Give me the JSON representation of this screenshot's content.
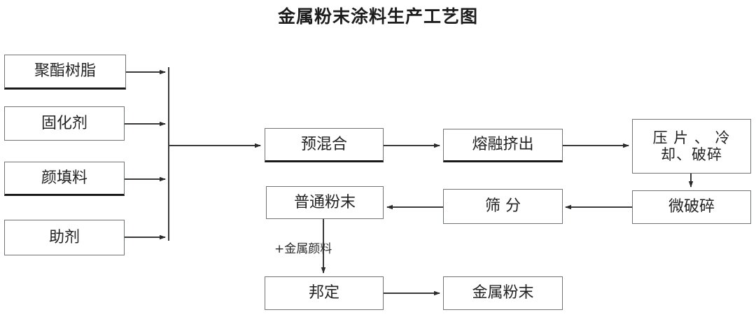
{
  "diagram": {
    "title": "金属粉末涂料生产工艺图",
    "colors": {
      "background": "#ffffff",
      "box_border": "#6f7479",
      "box_border_heavy": "#1a1a1a",
      "line": "#3a3a3a",
      "text": "#222222"
    },
    "nodes": [
      {
        "id": "polyester-resin",
        "label": "聚酯树脂"
      },
      {
        "id": "curing-agent",
        "label": "固化剂"
      },
      {
        "id": "pigment-filler",
        "label": "颜填料"
      },
      {
        "id": "additive",
        "label": "助剂"
      },
      {
        "id": "premix",
        "label": "预混合"
      },
      {
        "id": "melt-extrusion",
        "label": "熔融挤出"
      },
      {
        "id": "press-cool-crush",
        "label_line1": "压 片 、 冷",
        "label_line2": "却、破碎"
      },
      {
        "id": "fine-crushing",
        "label": "微破碎"
      },
      {
        "id": "sieving",
        "label": "筛 分"
      },
      {
        "id": "ordinary-powder",
        "label": "普通粉末"
      },
      {
        "id": "bonding",
        "label": "邦定"
      },
      {
        "id": "metallic-powder",
        "label": "金属粉末"
      }
    ],
    "edge_labels": [
      {
        "id": "add-metallic-pigment",
        "text": "+金属颜料"
      }
    ]
  }
}
